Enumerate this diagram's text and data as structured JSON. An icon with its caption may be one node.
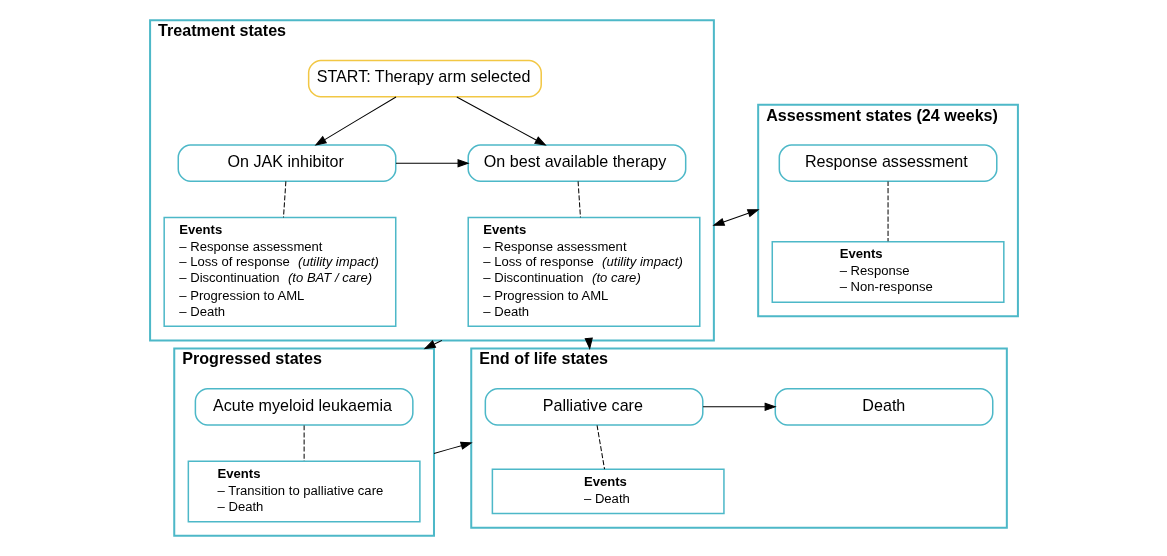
{
  "diagram": {
    "nodes": [
      {
        "text": [
          "Treatment states"
        ]
      },
      {
        "text": [
          "START: Therapy arm selected"
        ],
        "in": 0
      },
      {
        "text": [
          "On JAK inhibitor"
        ],
        "in": 0
      },
      {
        "text": [
          "On best available therapy"
        ],
        "in": 0
      },
      {
        "text": [
          "Events",
          "– Response assessment",
          "– Loss of response *(utility impact)*",
          "– Discontinuation *(to BAT / care)*",
          "– Progression to AML",
          "– Death"
        ],
        "in": 0
      },
      {
        "text": [
          "Events",
          "– Response assessment",
          "– Loss of response *(utility impact)*",
          "– Discontinuation *(to care)*",
          "– Progression to AML",
          "– Death"
        ],
        "in": 0
      },
      {
        "text": [
          "Assessment states (24 weeks)"
        ]
      },
      {
        "text": [
          "Response assessment"
        ],
        "in": 6
      },
      {
        "text": [
          "Events",
          "– Response",
          "– Non-response"
        ],
        "in": 6
      },
      {
        "text": [
          "Progressed states"
        ]
      },
      {
        "text": [
          "Acute myeloid leukaemia"
        ],
        "in": 9
      },
      {
        "text": [
          "Events",
          "– Transition to palliative care",
          "– Death"
        ],
        "in": 9
      },
      {
        "text": [
          "End of life states"
        ]
      },
      {
        "text": [
          "Palliative care"
        ],
        "in": 12
      },
      {
        "text": [
          "Death"
        ],
        "in": 12
      },
      {
        "text": [
          "Events",
          "– Death"
        ],
        "in": 12
      }
    ],
    "edges": [
      {
        "from": 1,
        "to": 2,
        "arrow": "to"
      },
      {
        "from": 1,
        "to": 3,
        "arrow": "to"
      },
      {
        "from": 2,
        "to": 3,
        "arrow": "to"
      },
      {
        "from": 2,
        "to": 4,
        "arrow": "none",
        "style": "dashed"
      },
      {
        "from": 3,
        "to": 5,
        "arrow": "none",
        "style": "dashed"
      },
      {
        "from": 0,
        "to": 6,
        "arrow": "both"
      },
      {
        "from": 7,
        "to": 8,
        "arrow": "none",
        "style": "dashed"
      },
      {
        "from": 0,
        "to": 9,
        "arrow": "to"
      },
      {
        "from": 0,
        "to": 12,
        "arrow": "to"
      },
      {
        "from": 10,
        "to": 11,
        "arrow": "none",
        "style": "dashed"
      },
      {
        "from": 9,
        "to": 12,
        "arrow": "to"
      },
      {
        "from": 13,
        "to": 14,
        "arrow": "to"
      },
      {
        "from": 13,
        "to": 15,
        "arrow": "none",
        "style": "dashed"
      }
    ]
  }
}
